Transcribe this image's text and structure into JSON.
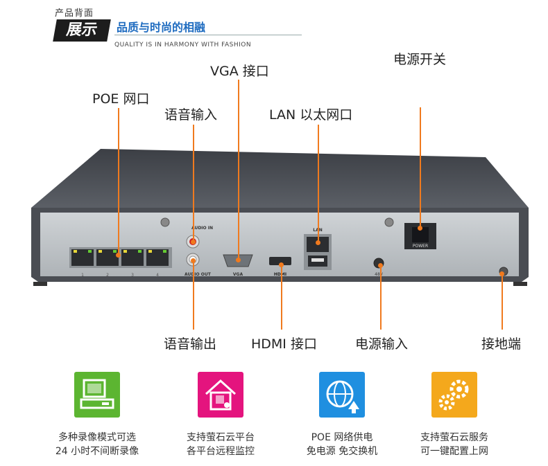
{
  "header": {
    "top_text": "产品背面",
    "box_text": "展示",
    "subtitle": "品质与时尚的相融",
    "english": "QUALITY IS IN HARMONY WITH FASHION"
  },
  "callouts": {
    "vga": "VGA 接口",
    "power_switch": "电源开关",
    "poe": "POE 网口",
    "audio_in": "语音输入",
    "lan": "LAN 以太网口",
    "audio_out": "语音输出",
    "hdmi": "HDMI 接口",
    "power_in": "电源输入",
    "ground": "接地端"
  },
  "device": {
    "audio_in": "AUDIO IN",
    "audio_out": "AUDIO OUT",
    "vga": "VGA",
    "lan": "LAN",
    "power": "POWER",
    "dc": "48V",
    "hdmi": "HDMI",
    "ports": [
      "1",
      "2",
      "3",
      "4"
    ]
  },
  "features": [
    {
      "line1": "多种录像模式可选",
      "line2": "24 小时不间断录像",
      "color": "#5cb531",
      "icon": "computer-icon"
    },
    {
      "line1": "支持萤石云平台",
      "line2": "各平台远程监控",
      "color": "#e4147e",
      "icon": "remote-home-icon"
    },
    {
      "line1": "POE 网络供电",
      "line2": "免电源  免交换机",
      "color": "#1f8fe0",
      "icon": "network-globe-icon"
    },
    {
      "line1": "支持萤石云服务",
      "line2": "可一键配置上网",
      "color": "#f4a81c",
      "icon": "gears-icon"
    }
  ]
}
